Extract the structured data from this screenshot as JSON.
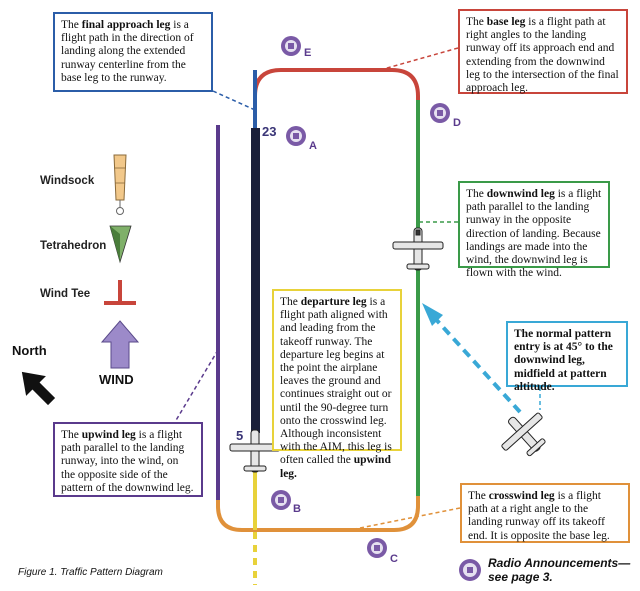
{
  "callouts": {
    "final": {
      "lead": "The ",
      "bold": "final approach leg",
      "rest": " is a flight path in the direction of landing along the extended runway centerline from the base leg to the runway."
    },
    "base": {
      "lead": "The ",
      "bold": "base leg",
      "rest": " is a flight path at right angles to the landing runway off its approach end and extending from the downwind leg to the intersection of the final approach leg."
    },
    "downwind": {
      "lead": "The ",
      "bold": "downwind leg",
      "rest": " is a flight path parallel to the landing runway in the opposite direction of landing. Because landings are made into the wind, the downwind leg is flown with the wind."
    },
    "departure": {
      "lead": "The ",
      "bold": "departure leg",
      "rest": " is a flight path aligned with and leading from the takeoff runway. The departure leg begins at the point the airplane leaves the ground and continues straight out or until the 90-degree turn onto the crosswind leg. Although inconsistent with the AIM, this leg is often called the ",
      "bold2": "upwind leg."
    },
    "upwind": {
      "lead": "The ",
      "bold": "upwind leg",
      "rest": " is a flight path parallel to the landing runway, into the wind, on the opposite side of the pattern of the downwind leg."
    },
    "entry": {
      "text": "The normal pattern entry is at 45° to the downwind leg, midfield at pattern altitude."
    },
    "crosswind": {
      "lead": "The ",
      "bold": "crosswind leg",
      "rest": " is a flight path at a right angle to the landing runway off its takeoff end. It is opposite the base leg."
    }
  },
  "legend": {
    "windsock": "Windsock",
    "tetrahedron": "Tetrahedron",
    "wind_tee": "Wind Tee",
    "wind": "WIND",
    "north": "North"
  },
  "runway": {
    "approach_end": "23",
    "departure_end": "5"
  },
  "positions": [
    "A",
    "B",
    "C",
    "D",
    "E"
  ],
  "caption": "Figure 1. Traffic Pattern Diagram",
  "radio_note": {
    "line1": "Radio Announcements—",
    "line2": "see page 3."
  },
  "colors": {
    "final": "#2b5da8",
    "base": "#c8453b",
    "downwind": "#3a9a48",
    "departure": "#e8d23a",
    "upwind": "#5a3a8c",
    "entry": "#39a8d6",
    "crosswind": "#e0913a",
    "runway": "#1a1f3a",
    "radio_icon": "#7a5aa6"
  }
}
